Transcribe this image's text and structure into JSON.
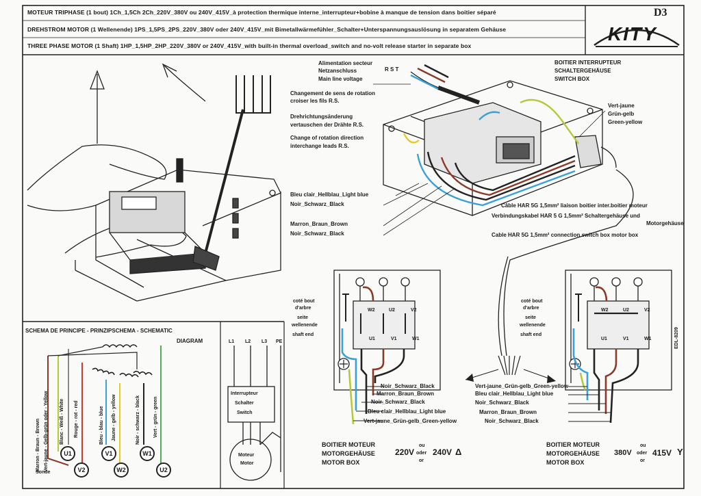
{
  "header": {
    "line_fr": "MOTEUR TRIPHASE (1 bout) 1Ch_1,5Ch 2Ch_220V_380V ou 240V_415V_à protection thermique interne_interrupteur+bobine à manque de tension dans boitier séparé",
    "line_de": "DREHSTROM MOTOR (1 Wellenende) 1PS_1,5PS_2PS_220V_380V oder 240V_415V_mit Bimetallwärmefühler_Schalter+Unterspannungsauslösung in separatem Gehäuse",
    "line_en": "THREE PHASE MOTOR (1 Shaft) 1HP_1,5HP_2HP_220V_380V or 240V_415V_with built-in thermal overload_switch and no-volt release starter in separate box",
    "sheet_code": "D3",
    "brand": "KITY"
  },
  "mains": {
    "fr": "Alimentation secteur",
    "de": "Netzanschluss",
    "en": "Main line voltage",
    "phases": "R S T"
  },
  "swap": {
    "fr1": "Changement de sens de rotation",
    "fr2": "croiser les fils R.S.",
    "de1": "Drehrichtungsänderung",
    "de2": "vertauschen der Drähte R.S.",
    "en1": "Change of rotation direction",
    "en2": "interchange leads R.S."
  },
  "switchbox": {
    "fr": "BOITIER INTERRUPTEUR",
    "de": "SCHALTERGEHÄUSE",
    "en": "SWITCH BOX"
  },
  "ground": {
    "fr": "Vert-jaune",
    "de": "Grün-gelb",
    "en": "Green-yellow"
  },
  "wires_left": {
    "w1": "Bleu clair_Hellblau_Light blue",
    "w2": "Noir_Schwarz_Black",
    "w3": "Marron_Braun_Brown",
    "w4": "Noir_Schwarz_Black"
  },
  "cable": {
    "fr": "Câble HAR 5G 1,5mm² liaison boitier inter.boitier moteur",
    "de1": "Verbindungskabel HAR 5 G 1,5mm² Schaltergehäuse und",
    "de2": "Motorgehäuse",
    "en": "Cable HAR 5G 1,5mm² connection switch box motor box"
  },
  "schematic": {
    "title1": "SCHEMA DE PRINCIPE - PRINZIPSCHEMA - SCHEMATIC",
    "title2": "DIAGRAM",
    "wire_brown": "Marron - Braun - Brown",
    "wire_yg": "Vert-jaune - Gelb-grün oder - Yellow",
    "wire_white": "Blanc - Weiß - White",
    "wire_red": "Rouge - rot - red",
    "wire_blue": "Bleu - blau - blue",
    "wire_yellow": "Jaune - gelb - yellow",
    "wire_black": "Noir - schwarz - black",
    "wire_green": "Vert - grün - green",
    "sonde": "Sonde",
    "u1": "U1",
    "v1": "V1",
    "w1": "W1",
    "v2": "V2",
    "w2": "W2",
    "u2": "U2"
  },
  "switch_diagram": {
    "l1": "L1",
    "l2": "L2",
    "l3": "L3",
    "pe": "PE",
    "sw1": "Interrupteur",
    "sw2": "Schalter",
    "sw3": "Switch",
    "m1": "Moteur",
    "m2": "Motor"
  },
  "shaft_end": {
    "fr1": "coté bout",
    "fr2": "d'arbre",
    "de1": "seite",
    "de2": "wellenende",
    "en": "shaft end"
  },
  "terminals": {
    "w2": "W2",
    "u2": "U2",
    "v2": "V2",
    "u1": "U1",
    "v1": "V1",
    "w1": "W1"
  },
  "mid_wires_a": {
    "a1": "Noir_Schwarz_Black",
    "a2": "Marron_Braun_Brown",
    "a3": "Noir_Schwarz_Black",
    "a4": "Bleu clair_Hellblau_Light blue",
    "a5": "Vert-jaune_Grün-gelb_Green-yellow"
  },
  "mid_wires_b": {
    "b1": "Vert-jaune_Grün-gelb_Green-yellow",
    "b2": "Bleu clair_Hellblau_Light blue",
    "b3": "Noir_Schwarz_Black",
    "b4": "Marron_Braun_Brown",
    "b5": "Noir_Schwarz_Black"
  },
  "motorbox_220": {
    "fr": "BOITIER MOTEUR",
    "de": "MOTORGEHÄUSE",
    "en": "MOTOR BOX",
    "v1": "220V",
    "or1": "ou",
    "or2": "oder",
    "or3": "or",
    "v2": "240V",
    "symbol": "Δ"
  },
  "motorbox_380": {
    "fr": "BOITIER MOTEUR",
    "de": "MOTORGEHÄUSE",
    "en": "MOTOR BOX",
    "v1": "380V",
    "or1": "ou",
    "or2": "oder",
    "or3": "or",
    "v2": "415V",
    "symbol": "Y"
  },
  "ref_code": "EDL-8209",
  "colors": {
    "ink": "#1a1a1a",
    "brown": "#8b3a2a",
    "blue": "#3aa0d8",
    "yellow_green": "#b7c93a",
    "red": "#d03a2a",
    "green": "#4caf50",
    "yellow": "#e8c822"
  }
}
